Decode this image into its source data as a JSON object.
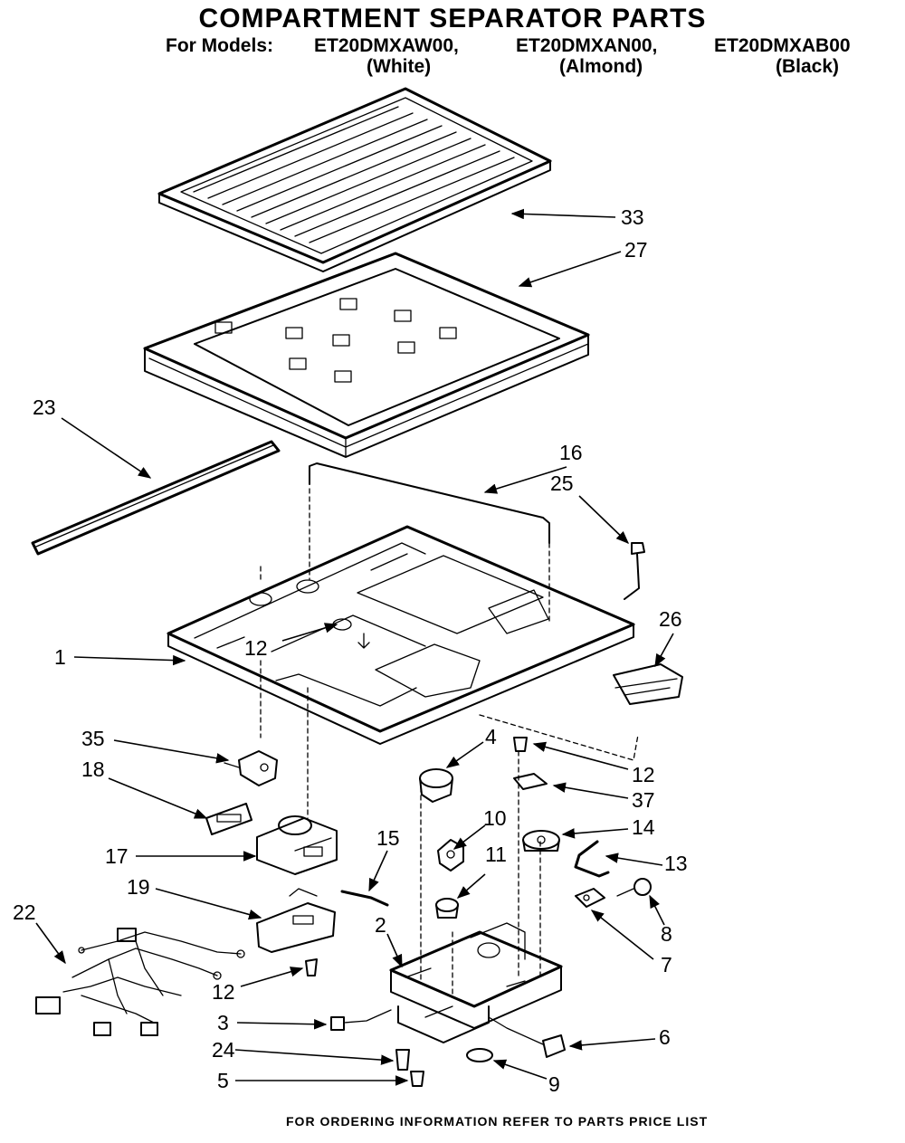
{
  "header": {
    "title": "COMPARTMENT SEPARATOR PARTS",
    "models_label": "For Models:",
    "models": [
      {
        "model": "ET20DMXAW00,",
        "color": "(White)"
      },
      {
        "model": "ET20DMXAN00,",
        "color": "(Almond)"
      },
      {
        "model": "ET20DMXAB00",
        "color": "(Black)"
      }
    ]
  },
  "callouts": [
    "33",
    "27",
    "23",
    "16",
    "25",
    "1",
    "12",
    "26",
    "35",
    "4",
    "12",
    "18",
    "37",
    "10",
    "14",
    "17",
    "15",
    "11",
    "13",
    "19",
    "8",
    "22",
    "2",
    "7",
    "12",
    "3",
    "6",
    "24",
    "9",
    "5"
  ],
  "footer": "FOR ORDERING INFORMATION REFER TO PARTS PRICE LIST"
}
